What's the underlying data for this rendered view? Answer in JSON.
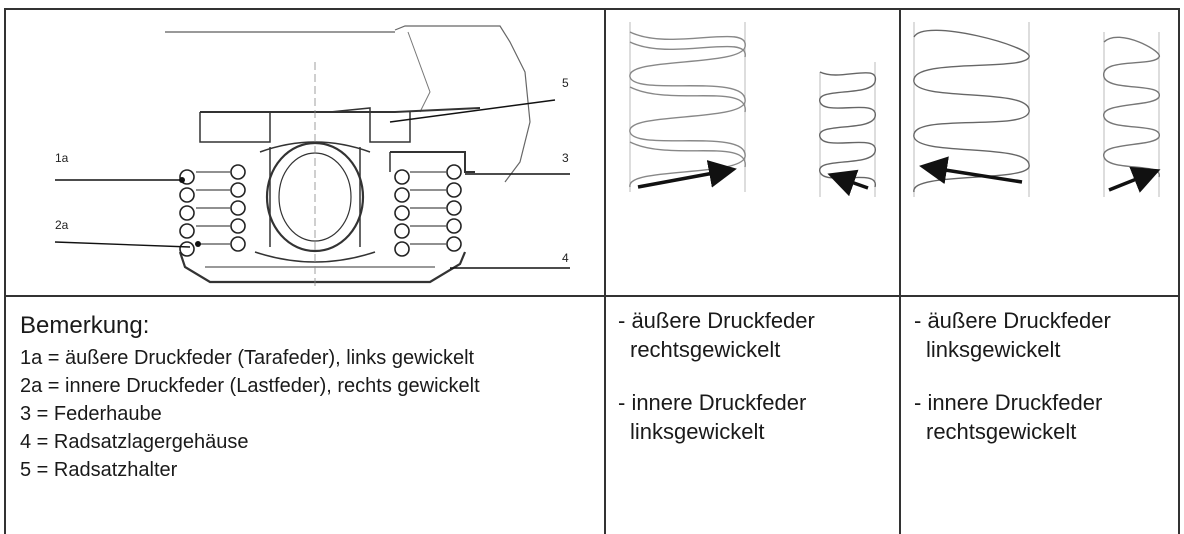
{
  "figure": {
    "callouts": {
      "c1a": "1a",
      "c2a": "2a",
      "c3": "3",
      "c4": "4",
      "c5": "5"
    }
  },
  "remarks": {
    "title": "Bemerkung:",
    "lines": [
      "1a = äußere Druckfeder (Tarafeder), links  gewickelt",
      "2a = innere Druckfeder (Lastfeder), rechts  gewickelt",
      "3  = Federhaube",
      "4  = Radsatzlagergehäuse",
      "5  = Radsatzhalter"
    ]
  },
  "column_right_wound": {
    "outer_line1": "- äußere Druckfeder",
    "outer_line2": "rechtsgewickelt",
    "inner_line1": "- innere Druckfeder",
    "inner_line2": "linksgewickelt"
  },
  "column_left_wound": {
    "outer_line1": "- äußere Druckfeder",
    "outer_line2": "linksgewickelt",
    "inner_line1": "- innere Druckfeder",
    "inner_line2": "rechtsgewickelt"
  }
}
